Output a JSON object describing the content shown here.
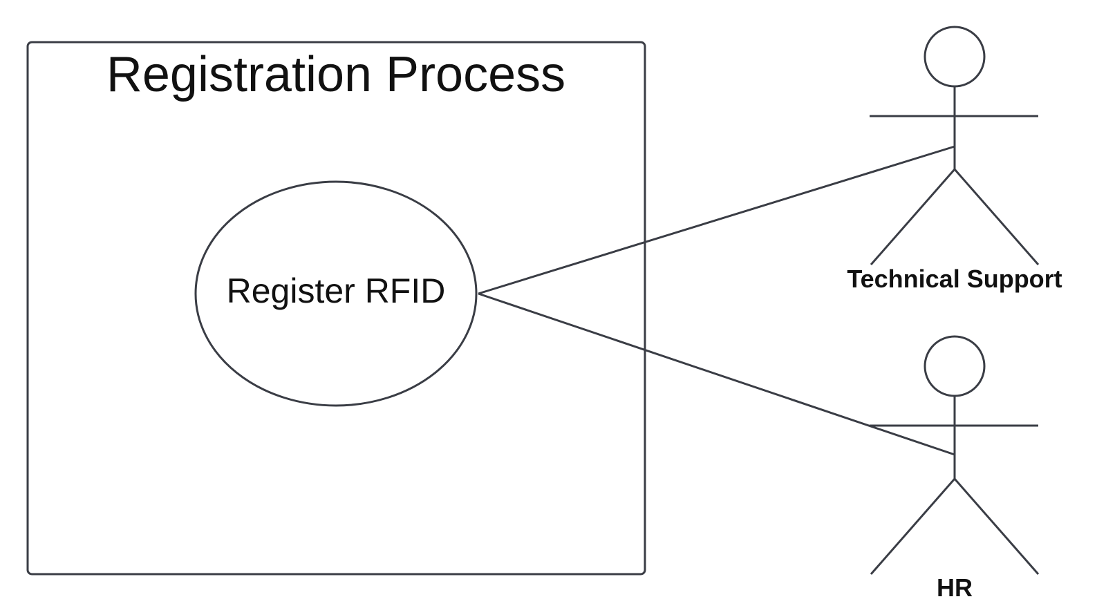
{
  "system_boundary": {
    "title": "Registration Process"
  },
  "use_cases": [
    {
      "label": "Register RFID"
    }
  ],
  "actors": [
    {
      "name": "Technical Support"
    },
    {
      "name": "HR"
    }
  ],
  "colors": {
    "stroke": "#3a3d45",
    "text": "#111111",
    "background": "#ffffff"
  }
}
